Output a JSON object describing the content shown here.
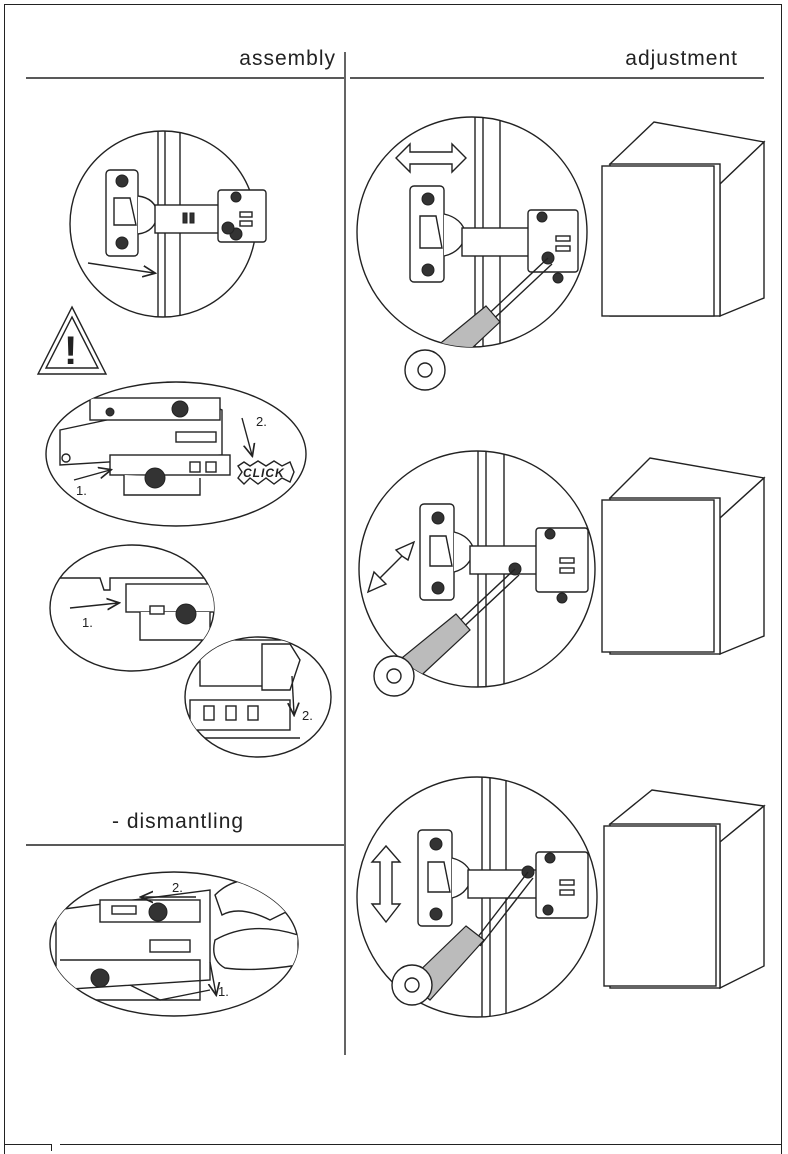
{
  "headers": {
    "assembly": "assembly",
    "adjustment": "adjustment",
    "dismantling": "- dismantling"
  },
  "steps": {
    "snap_step1": "1.",
    "snap_step2": "2.",
    "click": "CLICK",
    "release_step1": "1.",
    "release_step2": "2.",
    "dismantle_step1": "1.",
    "dismantle_step2": "2."
  },
  "warning": {
    "symbol": "!"
  },
  "icons": [
    "hinge-icon",
    "arrow-icon",
    "warning-icon",
    "screwdriver-icon",
    "cabinet-icon",
    "finger-icon"
  ]
}
